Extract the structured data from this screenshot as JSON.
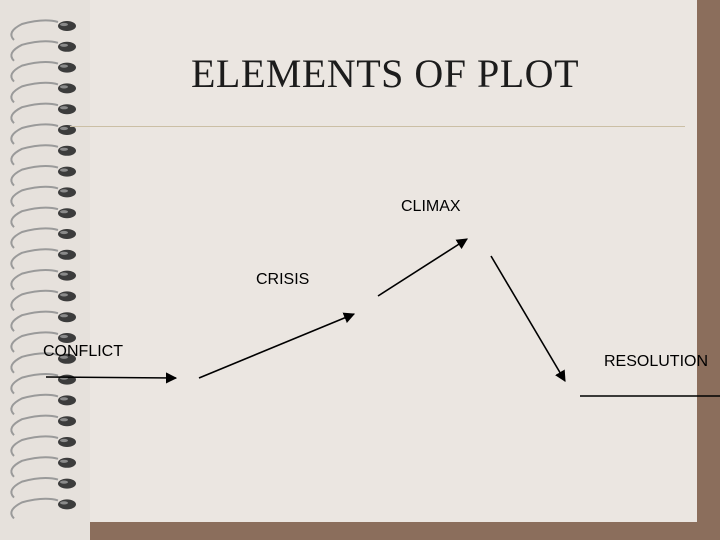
{
  "slide": {
    "title": "ELEMENTS OF PLOT"
  },
  "diagram": {
    "labels": {
      "conflict": "CONFLICT",
      "crisis": "CRISIS",
      "climax": "CLIMAX",
      "resolution": "RESOLUTION"
    },
    "colors": {
      "line": "#000000",
      "paper": "#ebe6e1",
      "border": "#8b6e5c"
    }
  }
}
